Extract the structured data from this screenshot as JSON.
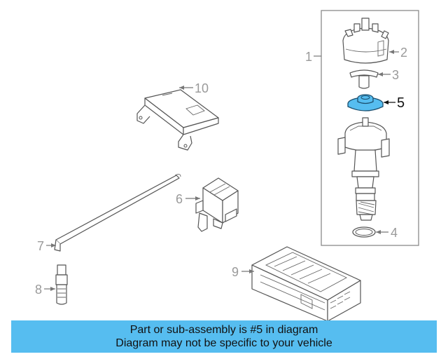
{
  "callouts": {
    "c1": "1",
    "c2": "2",
    "c3": "3",
    "c4": "4",
    "c5": "5",
    "c6": "6",
    "c7": "7",
    "c8": "8",
    "c9": "9",
    "c10": "10"
  },
  "highlight_color": "#56bdf0",
  "footer": {
    "line1": "Part or sub-assembly is #5 in diagram",
    "line2": "Diagram may not be specific to your vehicle"
  }
}
